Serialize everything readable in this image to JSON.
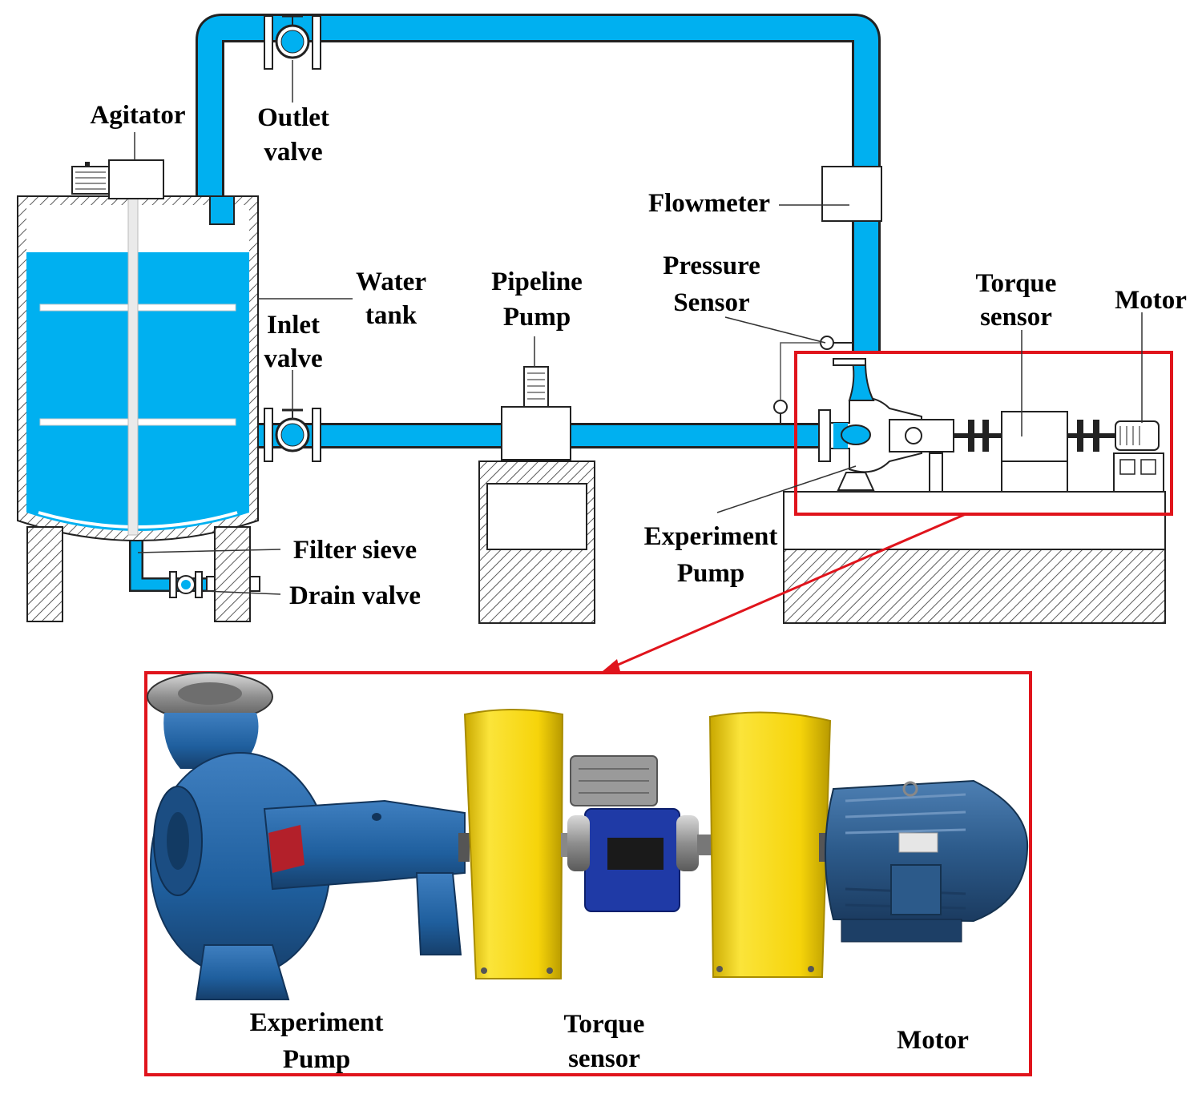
{
  "colors": {
    "water": "#00b0f0",
    "outline": "#1a1a1a",
    "highlight": "#e0141c",
    "pump_blue": "#1f5f9e",
    "guard_yellow": "#f6d40a",
    "motor_blue": "#2c5a8a"
  },
  "labels": {
    "agitator": "Agitator",
    "outlet_valve": [
      "Outlet",
      "valve"
    ],
    "flowmeter": "Flowmeter",
    "pressure_sensor": [
      "Pressure",
      "Sensor"
    ],
    "water_tank": [
      "Water",
      "tank"
    ],
    "inlet_valve": [
      "Inlet",
      "valve"
    ],
    "pipeline_pump": [
      "Pipeline",
      "Pump"
    ],
    "torque_sensor": [
      "Torque",
      "sensor"
    ],
    "motor": "Motor",
    "filter_sieve": "Filter sieve",
    "drain_valve": "Drain valve",
    "experiment_pump": [
      "Experiment",
      "Pump"
    ]
  },
  "photo_labels": {
    "experiment_pump": [
      "Experiment",
      "Pump"
    ],
    "torque_sensor": [
      "Torque",
      "sensor"
    ],
    "motor": "Motor"
  }
}
